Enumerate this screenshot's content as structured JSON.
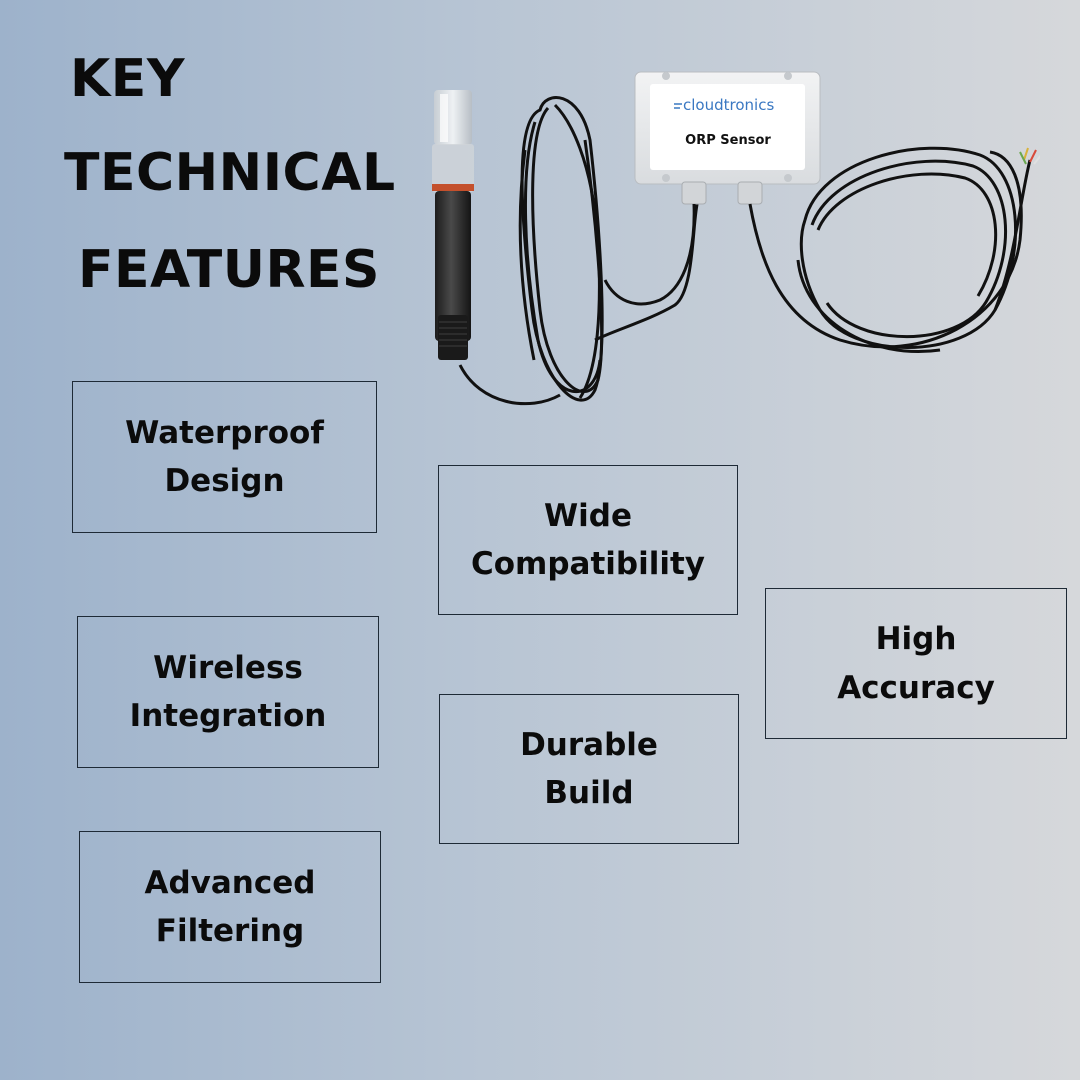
{
  "heading": {
    "line1": "KEY",
    "line2": "TECHNICAL",
    "line3": "FEATURES"
  },
  "product": {
    "brand": "cloudtronics",
    "label": "ORP Sensor"
  },
  "features": {
    "waterproof": "Waterproof\nDesign",
    "wide": "Wide\nCompatibility",
    "high": "High\nAccuracy",
    "wireless": "Wireless\nIntegration",
    "durable": "Durable\nBuild",
    "advanced": "Advanced\nFiltering"
  },
  "colors": {
    "brand_blue": "#3a78c2",
    "enclosure": "#e9ebec",
    "cable": "#101010"
  }
}
